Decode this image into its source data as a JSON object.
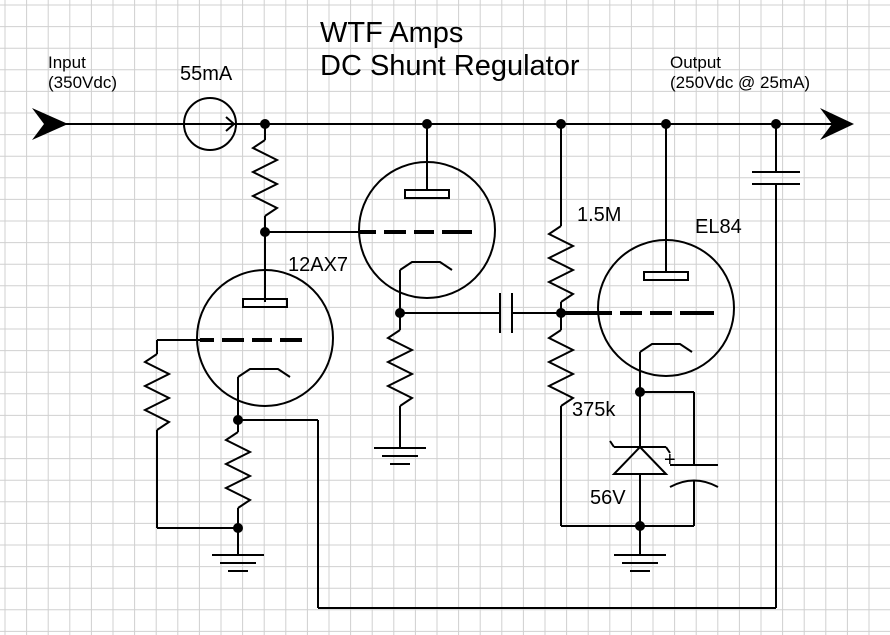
{
  "title": {
    "line1": "WTF Amps",
    "line2": "DC Shunt Regulator"
  },
  "input": {
    "label": "Input",
    "spec": "(350Vdc)"
  },
  "output": {
    "label": "Output",
    "spec": "(250Vdc @ 25mA)"
  },
  "current_source": {
    "label": "55mA"
  },
  "tubes": {
    "triode": "12AX7",
    "pentode": "EL84"
  },
  "resistors": {
    "upper": "1.5M",
    "lower": "375k"
  },
  "zener": {
    "label": "56V",
    "polarity": "+"
  },
  "colors": {
    "grid": "#d0d0d0",
    "ink": "#000000",
    "background": "#ffffff"
  }
}
